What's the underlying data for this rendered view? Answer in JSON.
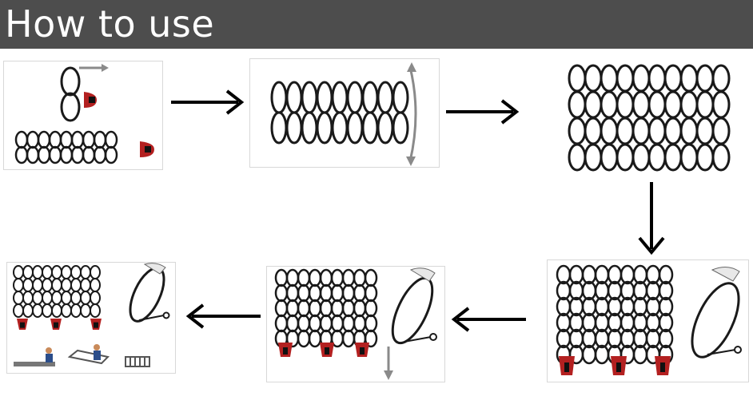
{
  "header": {
    "title": "How to use",
    "background": "#4d4d4d",
    "text_color": "#ffffff"
  },
  "colors": {
    "line": "#1a1a1a",
    "clip": "#b32020",
    "arrow": "#000000",
    "guide_arrow": "#8a8a8a"
  },
  "steps": [
    {
      "id": "step-1",
      "icon": "joining-links-icon"
    },
    {
      "id": "step-2",
      "icon": "two-row-mesh-icon"
    },
    {
      "id": "step-3",
      "icon": "four-row-mesh-icon"
    },
    {
      "id": "step-4",
      "icon": "mesh-with-clips-and-tool-icon"
    },
    {
      "id": "step-5",
      "icon": "mesh-clips-tool-down-icon"
    },
    {
      "id": "step-6",
      "icon": "finished-assembly-icon"
    }
  ]
}
